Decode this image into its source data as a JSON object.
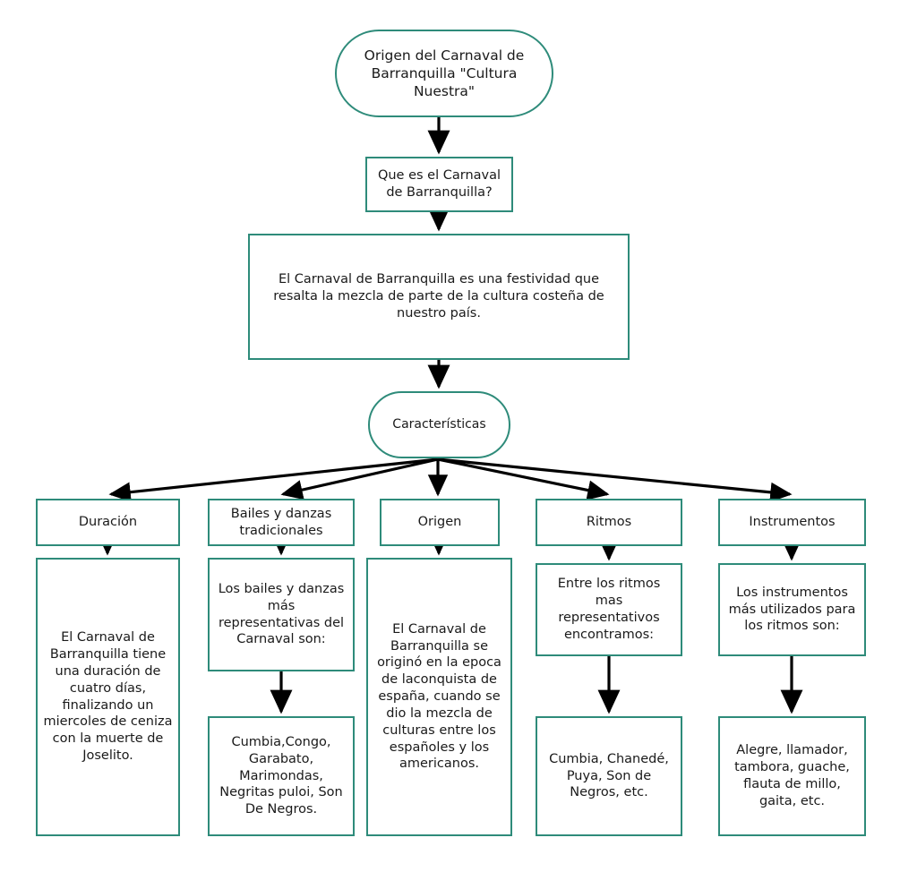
{
  "diagram": {
    "title": "Origen del Carnaval de Barranquilla \"Cultura Nuestra\"",
    "accent_color": "#2e8b7a",
    "text_color": "#1a1a1a",
    "background_color": "#ffffff",
    "connector_color": "#000000"
  },
  "nodes": {
    "root": "Origen del Carnaval de Barranquilla \"Cultura Nuestra\"",
    "question": "Que es el Carnaval de Barranquilla?",
    "answer": "El Carnaval de Barranquilla es una festividad que resalta la mezcla de parte de la cultura costeña de nuestro país.",
    "caracteristicas": "Características"
  },
  "branches": [
    {
      "header": "Duración",
      "body": "El Carnaval de Barranquilla tiene una duración de cuatro días, finalizando un miercoles de ceniza con la muerte de Joselito.",
      "list": null
    },
    {
      "header": "Bailes y danzas tradicionales",
      "body": "Los bailes y danzas más representativas del Carnaval son:",
      "list": "Cumbia,Congo, Garabato, Marimondas, Negritas puloi, Son De Negros."
    },
    {
      "header": "Origen",
      "body": "El Carnaval de Barranquilla se originó en la epoca de laconquista de españa, cuando se dio la mezcla de culturas entre los españoles y los americanos.",
      "list": null
    },
    {
      "header": "Ritmos",
      "body": "Entre los ritmos mas representativos encontramos:",
      "list": "Cumbia, Chanedé, Puya, Son de Negros, etc."
    },
    {
      "header": "Instrumentos",
      "body": "Los instrumentos más utilizados para los ritmos son:",
      "list": "Alegre, llamador, tambora, guache, flauta de millo, gaita, etc."
    }
  ]
}
